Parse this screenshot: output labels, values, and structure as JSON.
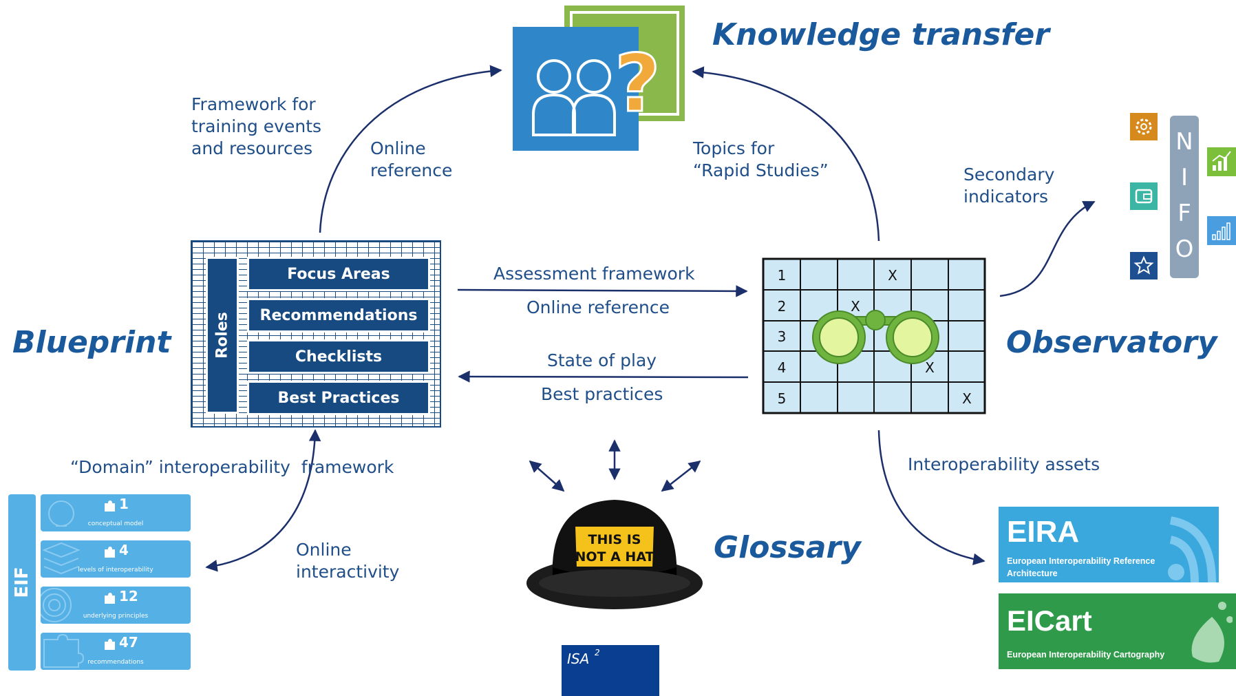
{
  "titles": {
    "knowledge_transfer": "Knowledge transfer",
    "blueprint": "Blueprint",
    "observatory": "Observatory",
    "glossary": "Glossary"
  },
  "labels": {
    "framework_training": "Framework for\ntraining events\nand resources",
    "online_reference_top": "Online\nreference",
    "topics_rapid": "Topics for\n“Rapid Studies”",
    "secondary_indicators": "Secondary\nindicators",
    "assessment_framework": "Assessment framework",
    "online_reference_mid": "Online reference",
    "state_of_play": "State of play",
    "best_practices_flow": "Best practices",
    "domain_framework": "“Domain” interoperability  framework",
    "online_interactivity": "Online\ninteractivity",
    "interoperability_assets": "Interoperability assets"
  },
  "blueprint": {
    "roles": "Roles",
    "items": [
      "Focus Areas",
      "Recommendations",
      "Checklists",
      "Best Practices"
    ]
  },
  "observatory_grid": {
    "rows": [
      "1",
      "2",
      "3",
      "4",
      "5"
    ],
    "mark": "X"
  },
  "nifo": {
    "letters": [
      "N",
      "I",
      "F",
      "O"
    ]
  },
  "eif": {
    "label": "EIF",
    "cards": [
      {
        "number": "1",
        "caption": "conceptual model"
      },
      {
        "number": "4",
        "caption": "levels of interoperability"
      },
      {
        "number": "12",
        "caption": "underlying principles"
      },
      {
        "number": "47",
        "caption": "recommendations"
      }
    ]
  },
  "hat": {
    "sign_line1": "THIS IS",
    "sign_line2": "NOT A HAT"
  },
  "isa": {
    "text": "ISA",
    "superscript": "2"
  },
  "eira": {
    "title": "EIRA",
    "subtitle": "European Interoperability Reference\nArchitecture"
  },
  "eicart": {
    "title": "EICart",
    "subtitle": "European Interoperability Cartography"
  },
  "colors": {
    "title_blue": "#1a5a9c",
    "label_blue": "#1f4e88",
    "arrow_navy": "#1b2f6b",
    "blueprint_navy": "#164a80",
    "grid_fill": "#cfe8f6",
    "binocular_green": "#6fb43f",
    "eif_blue": "#55b0e6",
    "eira_blue": "#3aa7dd",
    "eicart_green": "#2e9a4a",
    "kt_blue": "#2f86c8",
    "kt_green": "#8ab84a",
    "question_orange": "#f2a93b",
    "nifo_grey": "#8fa3b8",
    "isa_blue": "#0a3e91"
  }
}
